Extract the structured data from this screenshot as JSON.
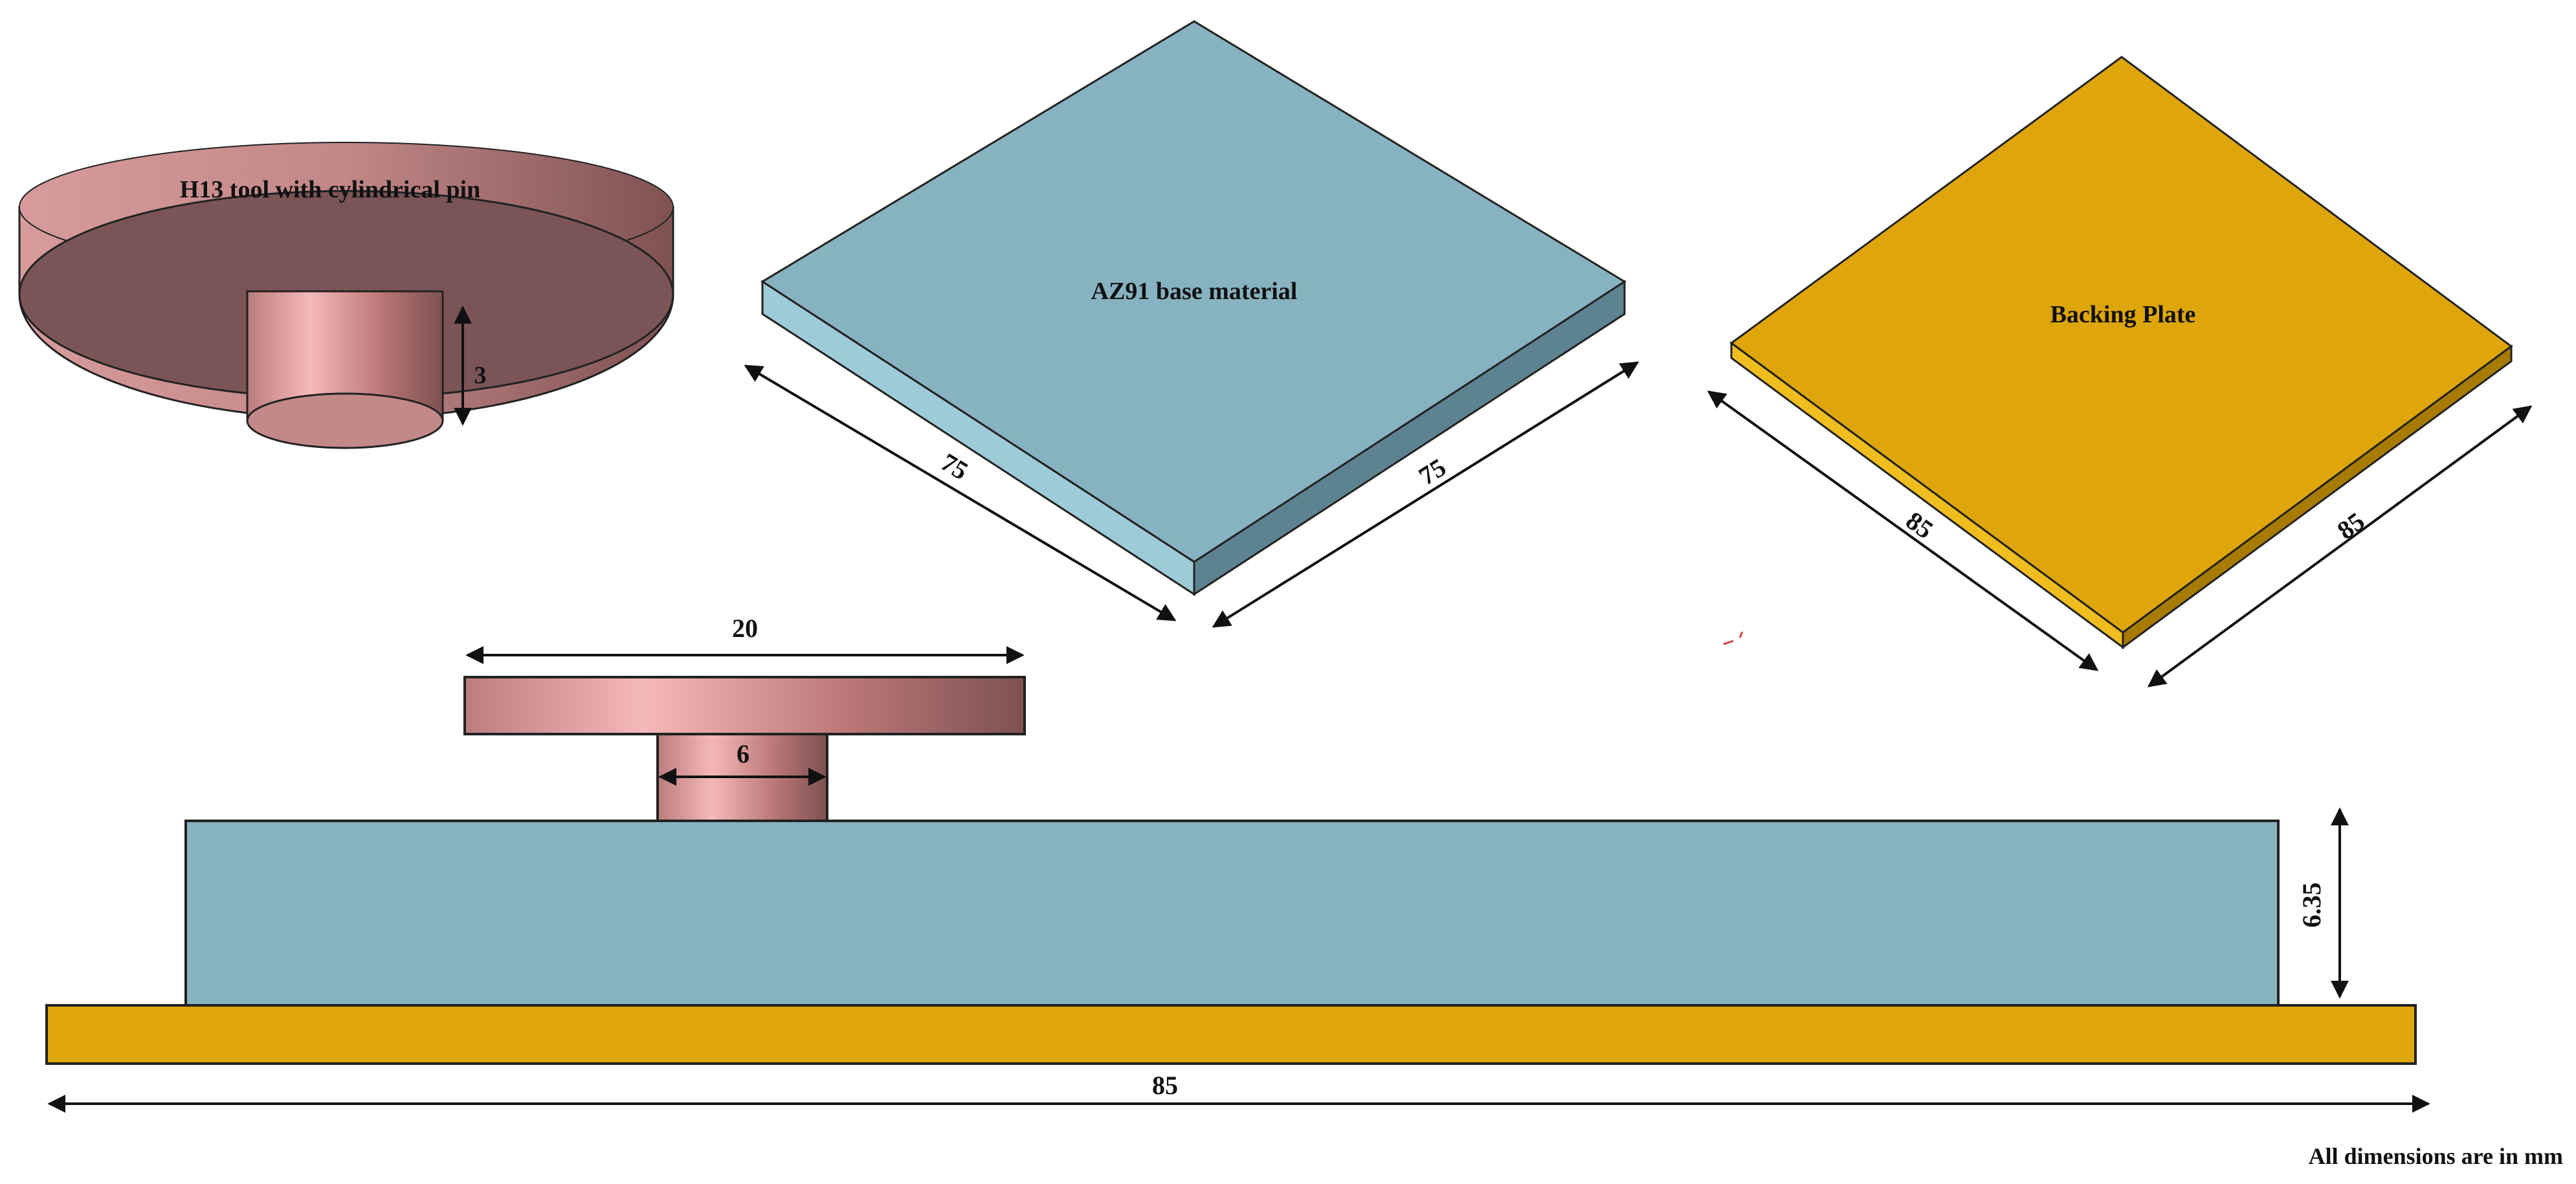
{
  "labels": {
    "tool": "H13 tool with cylindrical pin",
    "base": "AZ91 base material",
    "backing": "Backing Plate",
    "note": "All dimensions are in mm"
  },
  "dims": {
    "pin_height": "3",
    "base_side_a": "75",
    "base_side_b": "75",
    "backing_side_a": "85",
    "backing_side_b": "85",
    "shoulder_diameter": "20",
    "pin_diameter": "6",
    "base_thickness": "6.35",
    "overall_length": "85"
  },
  "colors": {
    "tool": "#c07f7f",
    "tool_light": "#f2b3b3",
    "tool_dark": "#7d5050",
    "base_top": "#87b2c0",
    "base_front": "#9cc9d6",
    "base_side": "#5e8390",
    "backing": "#dea60a",
    "backing_edge": "#f0bd1e",
    "backing_dark": "#a77a00",
    "outline": "#222222"
  }
}
